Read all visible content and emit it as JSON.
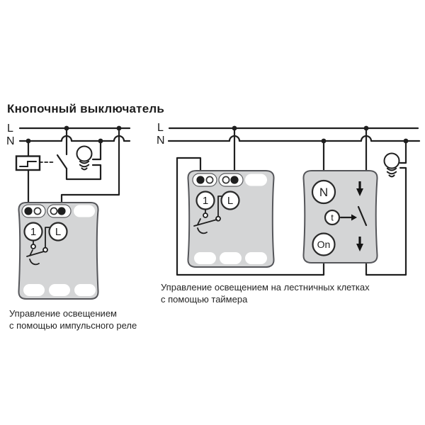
{
  "page": {
    "heading": "Кнопочный выключатель"
  },
  "colors": {
    "background": "#ffffff",
    "line": "#1f1f1f",
    "device_fill": "#d4d5d6",
    "device_stroke": "#55565a",
    "terminal_white": "#ffffff"
  },
  "icons": {
    "lamp": "light-bulb",
    "impulse_relay": "step-pulse-in-box",
    "pushbutton_contact": "lever-with-spring",
    "timer_action_arrow": "right-arrow",
    "timer_direction_arrows": "down-arrow"
  },
  "left": {
    "line_label": "L",
    "neutral_label": "N",
    "device": {
      "terminal_1": "1",
      "terminal_l": "L"
    },
    "caption": [
      "Управление освещением",
      "с помощью импульсного реле"
    ]
  },
  "right": {
    "line_label": "L",
    "neutral_label": "N",
    "device": {
      "terminal_1": "1",
      "terminal_l": "L"
    },
    "timer": {
      "terminal_n": "N",
      "time_label": "t",
      "on_label": "On"
    },
    "caption": [
      "Управление освещением на лестничных клетках",
      "с помощью таймера"
    ]
  }
}
